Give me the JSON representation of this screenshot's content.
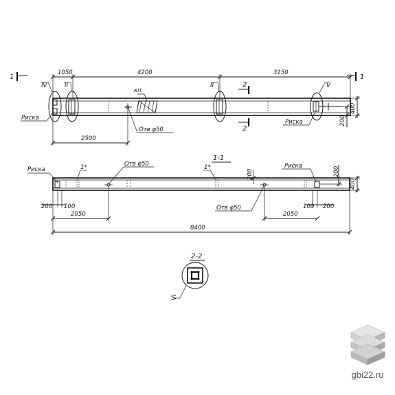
{
  "dimensions": {
    "top_1050": "1050",
    "top_4200": "4200",
    "top_3150": "3150",
    "left_2500": "2500",
    "right_400": "400",
    "right_200": "200",
    "mid_200_left": "200",
    "mid_100_left": "100",
    "mid_2050_left": "2050",
    "mid_8400": "8400",
    "mid_100_right": "100",
    "mid_200_right": "200",
    "mid_2050_right": "2050",
    "mid_200_up": "200",
    "mid_200_right_v": "200",
    "mid_400_right_v": "400"
  },
  "labels": {
    "riska_top": "Риска",
    "riska_top_right": "Риска",
    "riska_mid_left": "Риска",
    "riska_mid_right": "Риска",
    "otv_top": "Отв φ50",
    "otv_mid_left": "Отв φ50",
    "otv_mid_right": "Отв φ50",
    "kp": "кп",
    "mark_1_left": "1*",
    "mark_1_right": "1*"
  },
  "sections": {
    "cut_1_left": "1",
    "cut_1_right": "1",
    "cut_2_top": "2",
    "cut_2_bottom": "2",
    "section_1_1": "1-1",
    "section_2_2": "2-2"
  },
  "callouts": {
    "IV": "IV",
    "II_left": "II",
    "II_mid": "II",
    "V": "V",
    "VI": "VI"
  },
  "watermark": {
    "site": "gbi22.ru"
  }
}
